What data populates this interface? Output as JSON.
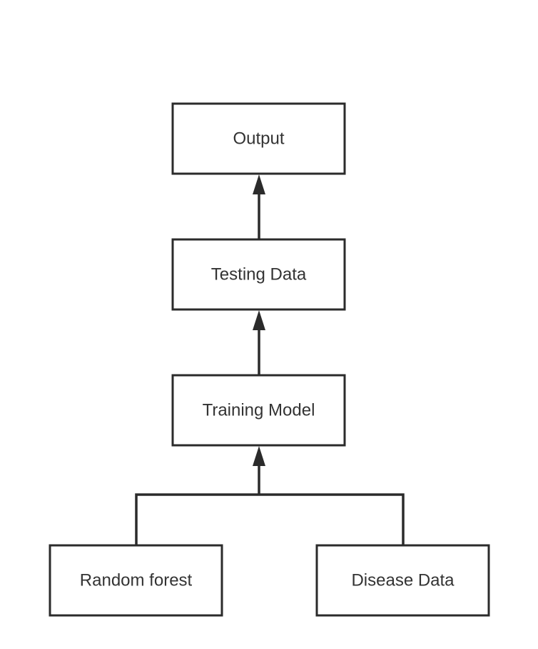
{
  "diagram": {
    "type": "flowchart",
    "direction": "bottom-to-top",
    "colors": {
      "stroke": "#2b2b2b",
      "text": "#333333",
      "background": "#ffffff"
    },
    "nodes": [
      {
        "id": "output",
        "label": "Output"
      },
      {
        "id": "testing",
        "label": "Testing Data"
      },
      {
        "id": "training",
        "label": "Training Model"
      },
      {
        "id": "random_forest",
        "label": "Random forest"
      },
      {
        "id": "disease_data",
        "label": "Disease Data"
      }
    ],
    "edges": [
      {
        "from": "testing",
        "to": "output"
      },
      {
        "from": "training",
        "to": "testing"
      },
      {
        "from": "random_forest",
        "to": "training"
      },
      {
        "from": "disease_data",
        "to": "training"
      }
    ]
  }
}
